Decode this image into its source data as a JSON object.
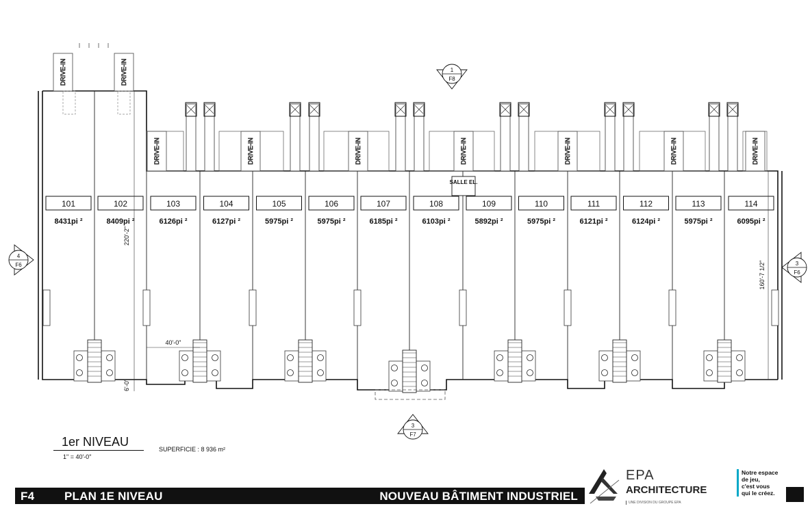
{
  "units": [
    {
      "number": "101",
      "area": "8431pi ²"
    },
    {
      "number": "102",
      "area": "8409pi ²"
    },
    {
      "number": "103",
      "area": "6126pi ²"
    },
    {
      "number": "104",
      "area": "6127pi ²"
    },
    {
      "number": "105",
      "area": "5975pi ²"
    },
    {
      "number": "106",
      "area": "5975pi ²"
    },
    {
      "number": "107",
      "area": "6185pi ²"
    },
    {
      "number": "108",
      "area": "6103pi ²"
    },
    {
      "number": "109",
      "area": "5892pi ²"
    },
    {
      "number": "110",
      "area": "5975pi ²"
    },
    {
      "number": "111",
      "area": "6121pi ²"
    },
    {
      "number": "112",
      "area": "6124pi ²"
    },
    {
      "number": "113",
      "area": "5975pi ²"
    },
    {
      "number": "114",
      "area": "6095pi ²"
    }
  ],
  "drive_in_label": "DRIVE-IN",
  "salle_label": "SALLE EL.",
  "dimensions": {
    "depth_left": "220'-2\"",
    "depth_right": "160'-7 1/2\"",
    "bay_width": "40'-0\"",
    "offset": "6'-0\""
  },
  "section_marks": [
    {
      "number": "1",
      "sheet": "F8"
    },
    {
      "number": "4",
      "sheet": "F6"
    },
    {
      "number": "3",
      "sheet": "F6"
    },
    {
      "number": "3",
      "sheet": "F7"
    }
  ],
  "level": {
    "title": "1er NIVEAU",
    "scale": "1\" = 40'-0\"",
    "superficie": "SUPERFICIE : 8 936 m²"
  },
  "footer": {
    "sheet_code": "F4",
    "sheet_title": "PLAN 1E NIVEAU",
    "project": "NOUVEAU BÂTIMENT INDUSTRIEL"
  },
  "logo": {
    "name": "EPA",
    "subtitle": "ARCHITECTURE",
    "division": "UNE DIVISION DU GROUPE EPA"
  },
  "tagline": [
    "Notre espace",
    "de jeu,",
    "c'est vous",
    "qui le créez."
  ],
  "colors": {
    "line": "#111111",
    "accent": "#00a8c8"
  }
}
